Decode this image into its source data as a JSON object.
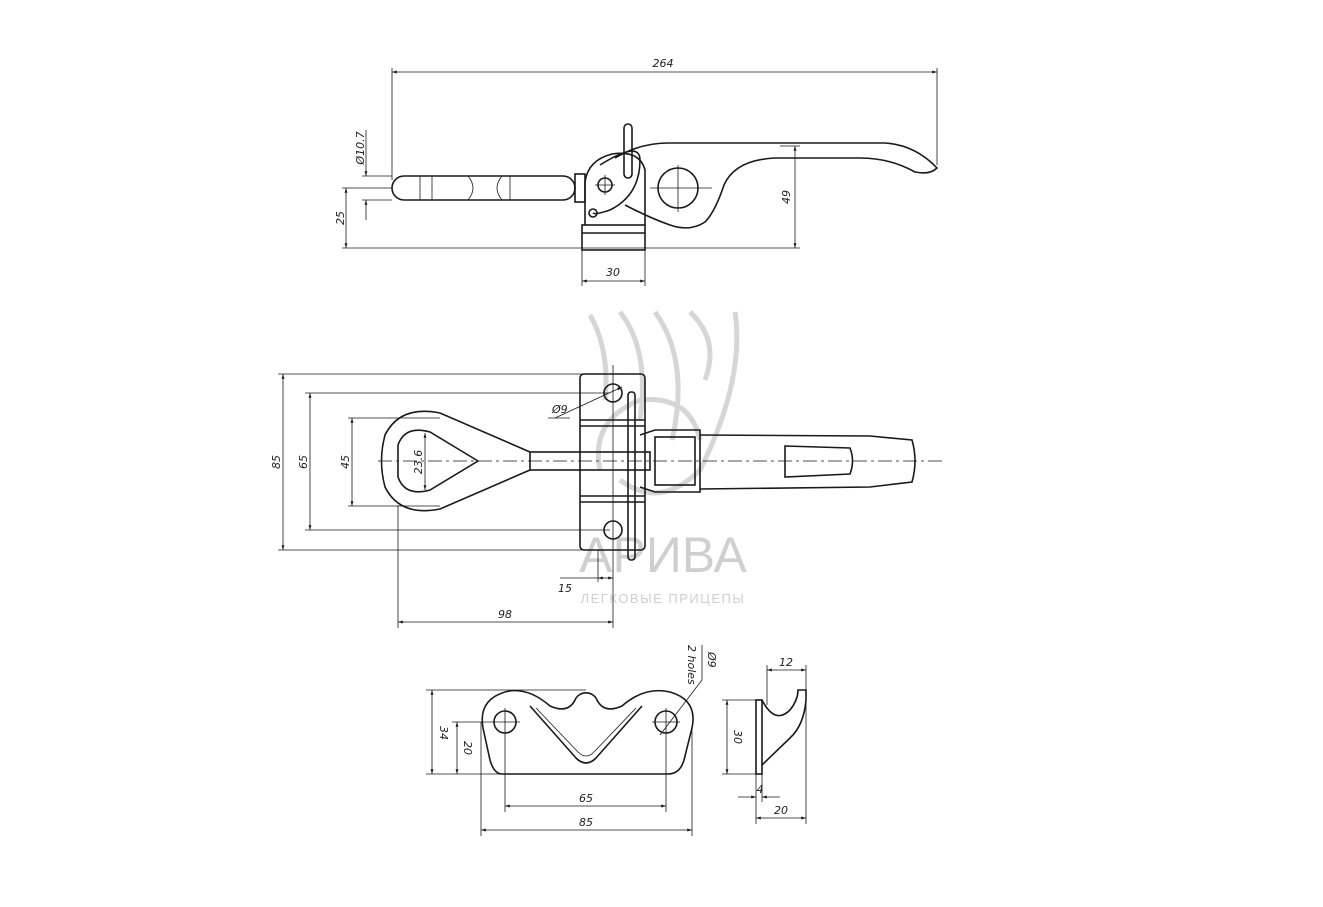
{
  "watermark": {
    "brand": "АРИВА",
    "tagline": "ЛЕГКОВЫЕ ПРИЦЕПЫ"
  },
  "side_view": {
    "overall_length": "264",
    "rod_diameter": "Ø10.7",
    "axis_height": "25",
    "lever_height": "49",
    "base_width": "30"
  },
  "top_view": {
    "plate_height": "85",
    "hole_spacing": "65",
    "eye_outer": "45",
    "eye_inner": "23.6",
    "hole_diameter": "Ø9",
    "plate_offset": "15",
    "reach": "98"
  },
  "keeper_front": {
    "height": "34",
    "hole_height": "20",
    "hole_spacing": "65",
    "width": "85",
    "holes_note": "2 holes",
    "holes_diameter": "Ø9"
  },
  "keeper_side": {
    "hook_width": "12",
    "height": "30",
    "thickness": "4",
    "depth": "20"
  }
}
